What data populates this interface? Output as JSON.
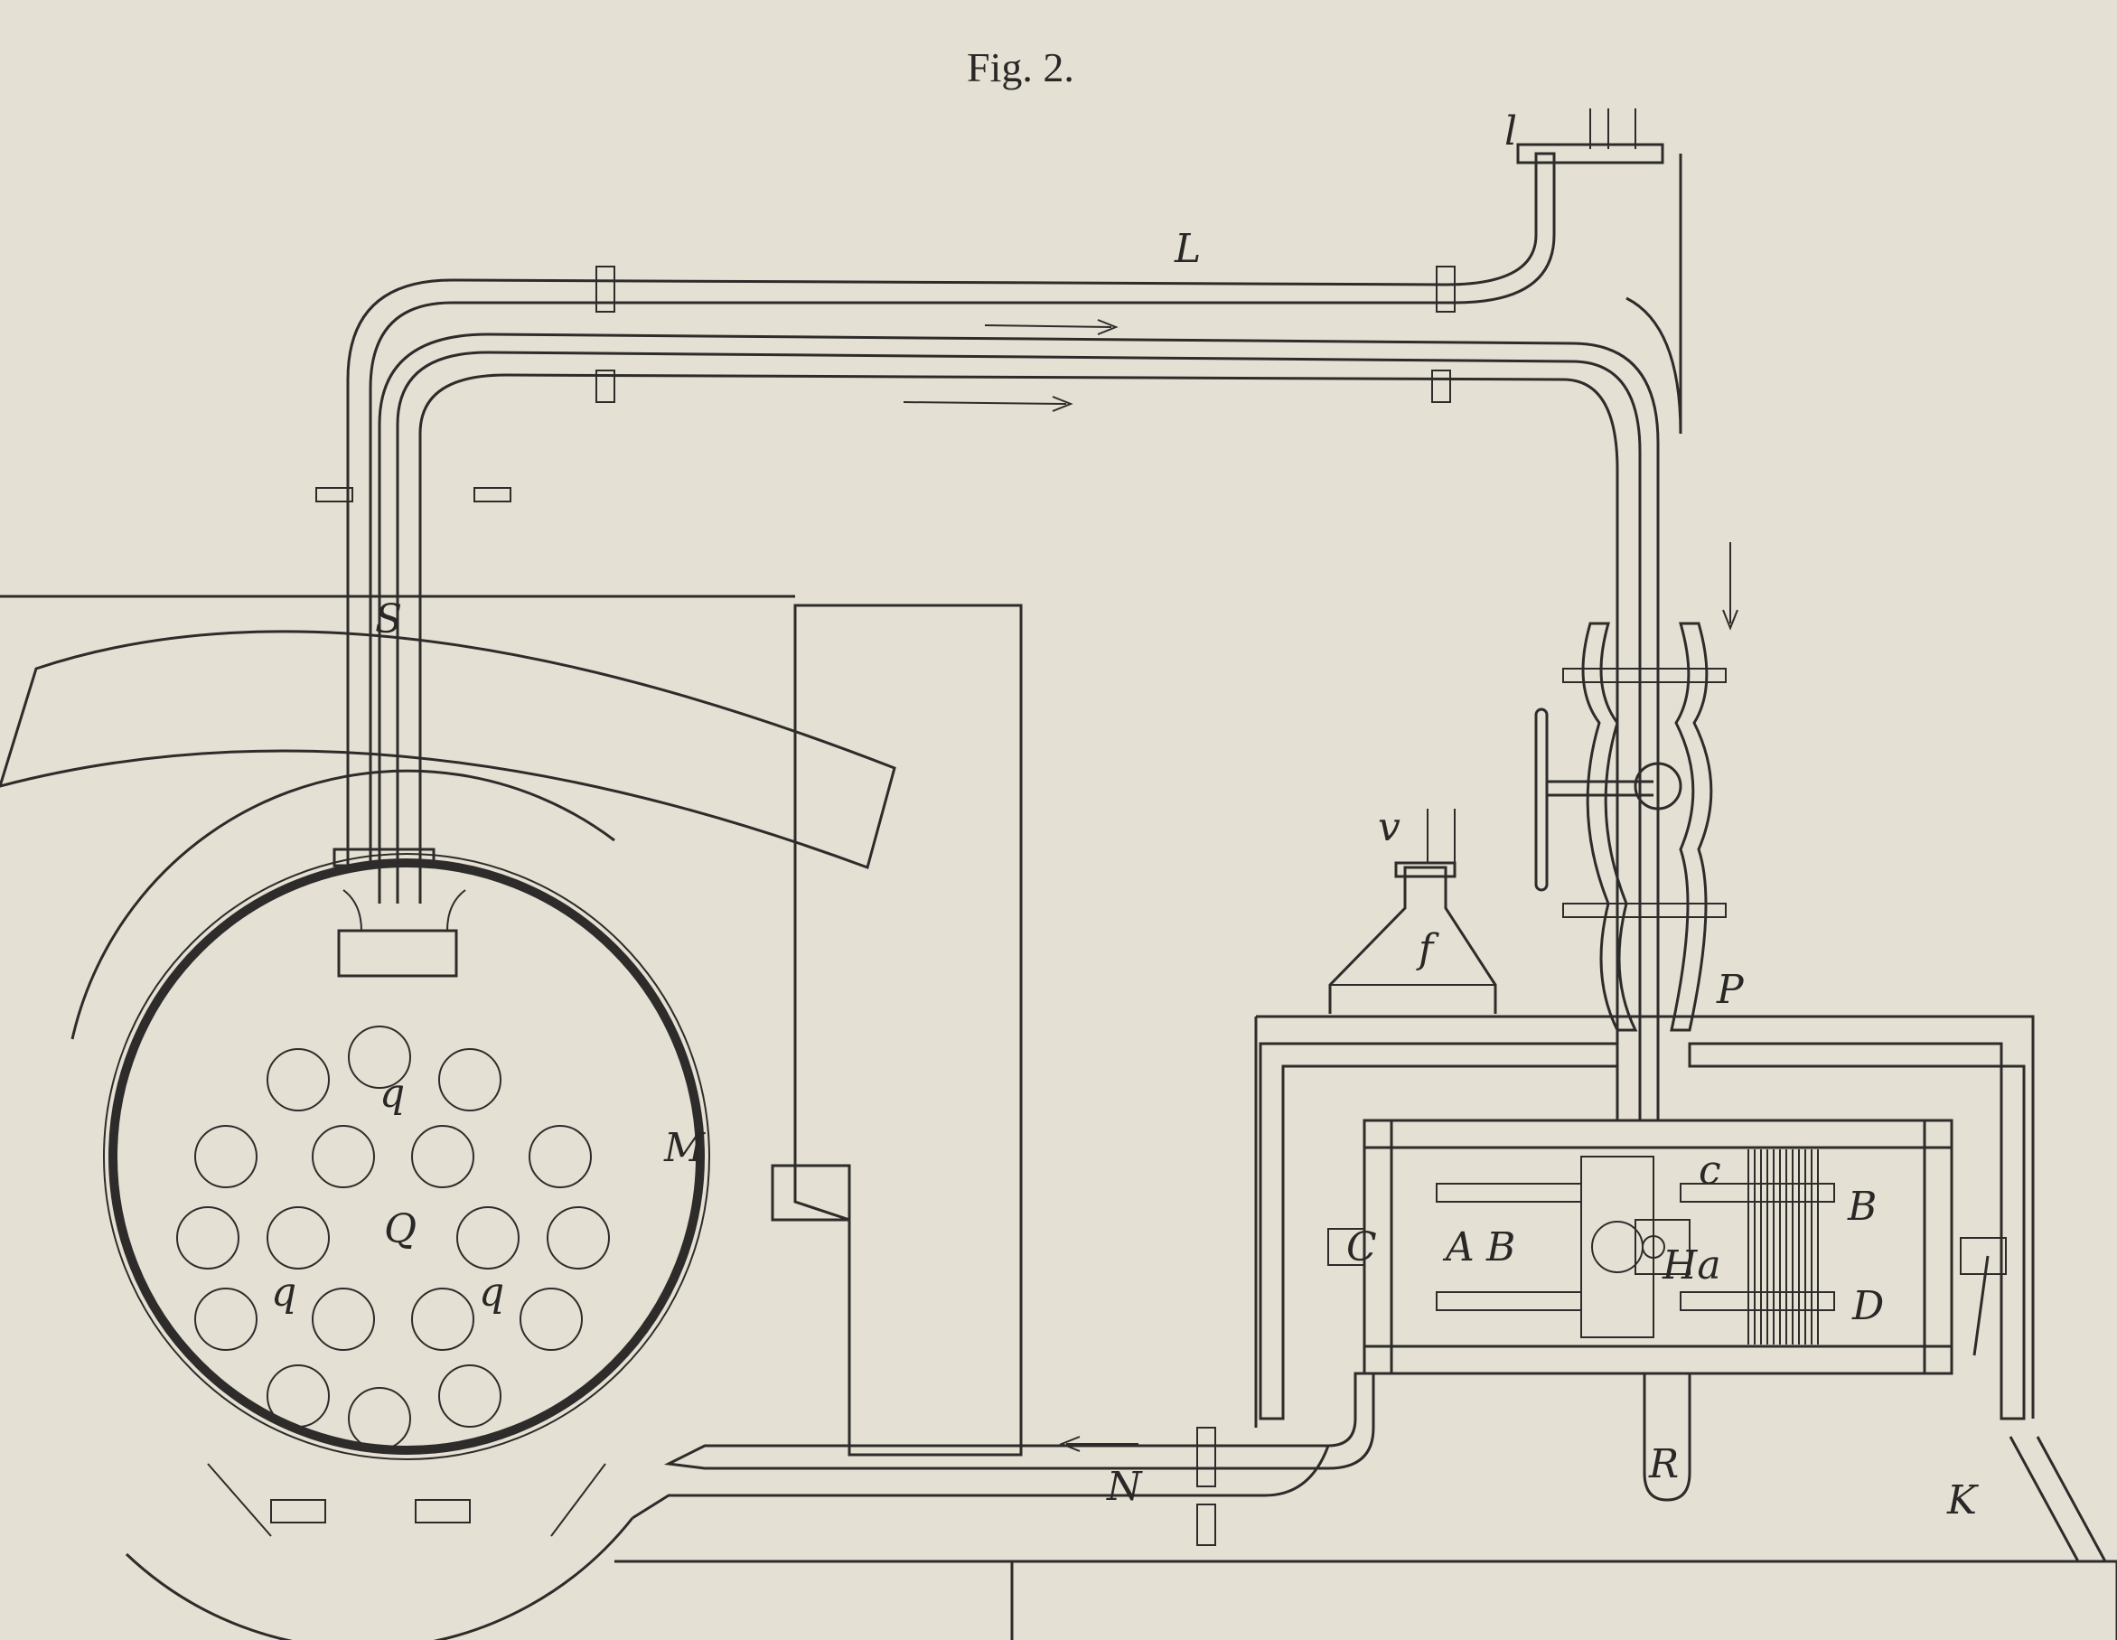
{
  "figure": {
    "title": "Fig. 2.",
    "labels": {
      "steam_pipe_upper": "L",
      "chimney": "l",
      "riser_pipe": "S",
      "valve": "v",
      "vessel": "f",
      "pipe_to_cylinder": "P",
      "boiler_wall": "M",
      "boiler": "Q",
      "tube_1": "q",
      "tube_2": "q",
      "tube_3": "q",
      "cylinder_chamber_c": "C",
      "cylinder_chamber_a": "A",
      "cylinder_chamber_b": "B",
      "slide_valve": "Ha",
      "cylinder_end_b": "B",
      "cylinder_end_d": "D",
      "rod_c": "c",
      "drain": "R",
      "return_pipe": "N",
      "frame_foot": "K"
    }
  }
}
